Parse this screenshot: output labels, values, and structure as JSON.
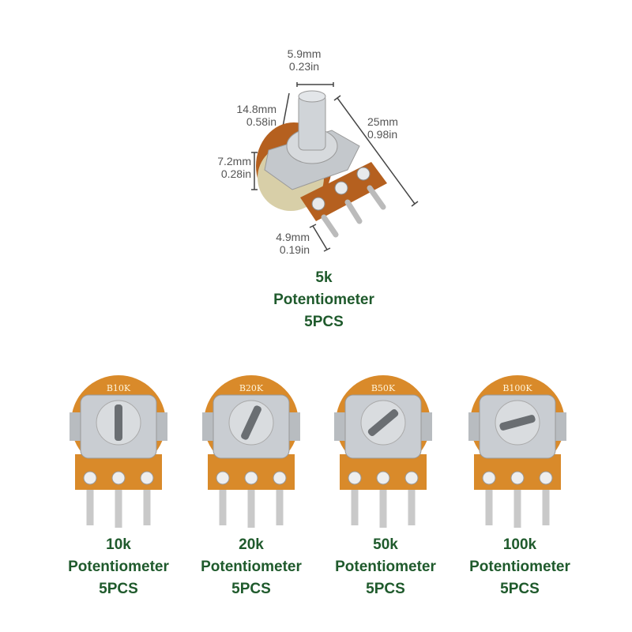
{
  "main_product": {
    "dimensions": [
      {
        "mm": "5.9mm",
        "in": "0.23in"
      },
      {
        "mm": "14.8mm",
        "in": "0.58in"
      },
      {
        "mm": "25mm",
        "in": "0.98in"
      },
      {
        "mm": "7.2mm",
        "in": "0.28in"
      },
      {
        "mm": "4.9mm",
        "in": "0.19in"
      }
    ],
    "value": "5k",
    "name": "Potentiometer",
    "qty": "5PCS"
  },
  "variants": [
    {
      "marking": "B10K",
      "value": "10k",
      "name": "Potentiometer",
      "qty": "5PCS"
    },
    {
      "marking": "B20K",
      "value": "20k",
      "name": "Potentiometer",
      "qty": "5PCS"
    },
    {
      "marking": "B50K",
      "value": "50k",
      "name": "Potentiometer",
      "qty": "5PCS"
    },
    {
      "marking": "B100K",
      "value": "100k",
      "name": "Potentiometer",
      "qty": "5PCS"
    }
  ],
  "colors": {
    "text": "#1f5a2c",
    "board": "#d98a2a",
    "metal": "#c9cdd2"
  }
}
